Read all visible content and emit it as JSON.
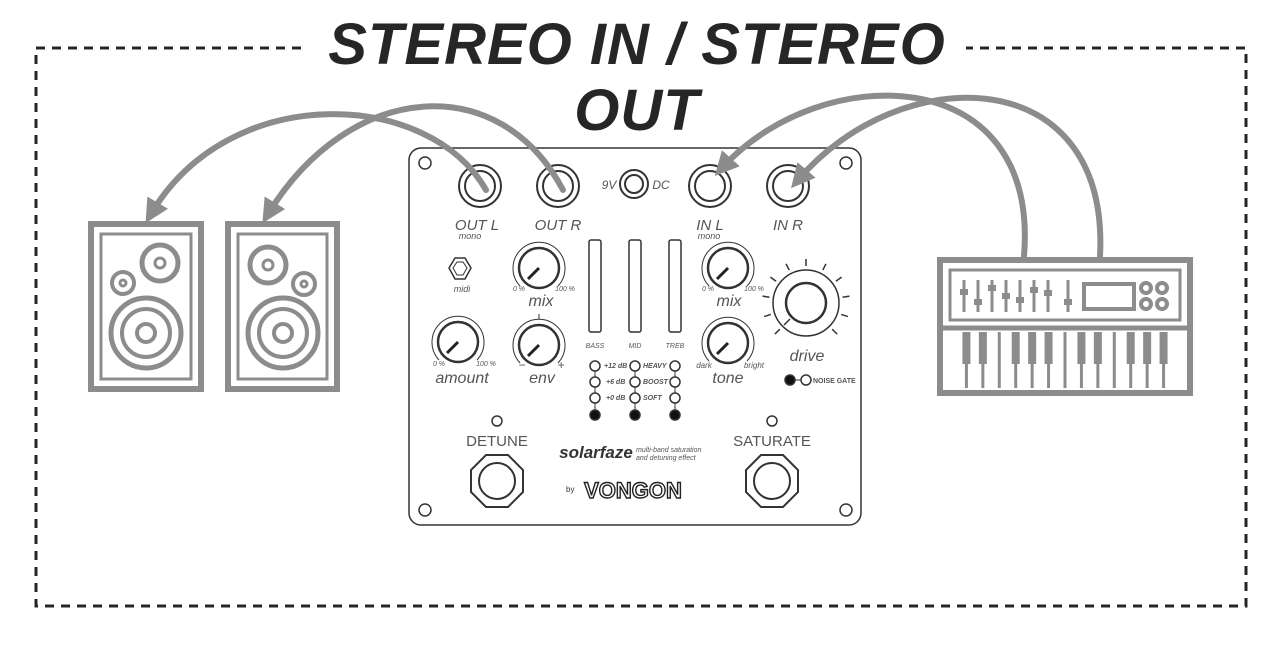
{
  "title": "STEREO IN / STEREO OUT",
  "colors": {
    "arrow": "#8c8c8c",
    "outline": "#262626",
    "pedal_line": "#333333",
    "label": "#555555"
  },
  "pedal": {
    "brand_by": "by",
    "brand": "VONGON",
    "product": "solarfaze",
    "tagline_1": "multi-band saturation",
    "tagline_2": "and detuning effect",
    "jacks": {
      "out_l": "OUT L",
      "out_l_sub": "mono",
      "out_r": "OUT R",
      "in_l": "IN L",
      "in_l_sub": "mono",
      "in_r": "IN R",
      "power_9v": "9V",
      "power_dc": "DC",
      "midi": "midi"
    },
    "knobs": {
      "mix_left": {
        "label": "mix",
        "min": "0 %",
        "max": "100 %"
      },
      "mix_right": {
        "label": "mix",
        "min": "0 %",
        "max": "100 %"
      },
      "amount": {
        "label": "amount",
        "min": "0 %",
        "max": "100 %"
      },
      "env": {
        "label": "env",
        "min": "−",
        "max": "+"
      },
      "tone": {
        "label": "tone",
        "min": "dark",
        "max": "bright"
      },
      "drive": {
        "label": "drive"
      }
    },
    "sliders": {
      "bass": "BASS",
      "mid": "MID",
      "treb": "TREB"
    },
    "eq_levels": [
      "+12 dB",
      "+6 dB",
      "+0 dB"
    ],
    "modes": [
      "HEAVY",
      "BOOST",
      "SOFT"
    ],
    "noise_gate": "NOISE GATE",
    "footswitches": {
      "left": "DETUNE",
      "right": "SATURATE"
    }
  }
}
